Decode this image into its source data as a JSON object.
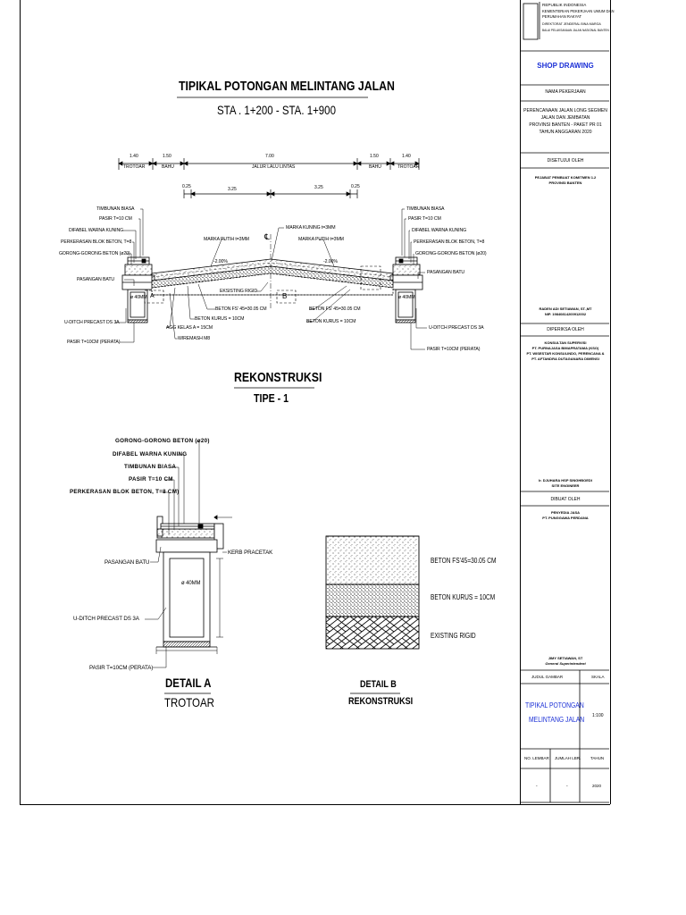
{
  "main_title": "TIPIKAL POTONGAN  MELINTANG JALAN",
  "station": "STA . 1+200 - STA. 1+900",
  "dims": {
    "top_row": [
      "1.40",
      "1.50",
      "7.00",
      "1.50",
      "1.40"
    ],
    "top_row_labels": [
      "TROTOAR",
      "BAHU",
      "JALUR LALU LINTAS",
      "BAHU",
      "TROTOAR"
    ],
    "second_row": [
      "0.25",
      "3.25",
      "3.25",
      "0.25"
    ]
  },
  "section_labels_left": [
    "TIMBUNAN BIASA",
    "PASIR T=10 CM",
    "DIFABEL WARNA KUNING",
    "PERKERASAN BLOK BETON, T=8",
    "GORONG-GORONG BETON (ø20)",
    "PASANGAN BATU",
    "U-DITCH PRECAST DS 3A",
    "PASIR T=10CM (PERATA)"
  ],
  "section_labels_right": [
    "TIMBUNAN BIASA",
    "PASIR T=10 CM",
    "DIFABEL WARNA KUNING",
    "PERKERASAN BLOK BETON, T=8",
    "GORONG-GORONG BETON (ø20)",
    "PASANGAN BATU",
    "U-DITCH PRECAST DS 3A",
    "PASIR T=10CM (PERATA)"
  ],
  "section_labels_mid": {
    "marka_kuning": "MARKA KUNING t=3MM",
    "marka_putih_l": "MARKA PUTIH t=3MM",
    "marka_putih_r": "MARKA PUTIH t=3MM",
    "slope_l": "-2.00%",
    "slope_r": "-2.00%",
    "existing": "EKSISTING RIGID",
    "beton_fs_l": "BETON FS' 45=30.05 CM",
    "beton_kurus_l": "BETON KURUS = 10CM",
    "agg": "AGG KELAS A = 15CM",
    "wiremesh": "WIREMASH M8",
    "beton_fs_r": "BETON FS' 45=30.05 CM",
    "beton_kurus_r": "BETON KURUS = 10CM",
    "dia": "ø 40MM",
    "dia_r": "ø 40MM",
    "cl": "℄",
    "tag_a": "A",
    "tag_b": "B"
  },
  "rekonstruksi": {
    "title": "REKONSTRUKSI",
    "subtitle": "TIPE - 1"
  },
  "detail_a": {
    "labels": [
      "GORONG-GORONG BETON (ø20)",
      "DIFABEL WARNA KUNING",
      "TIMBUNAN BIASA",
      "PASIR T=10 CM",
      "PERKERASAN BLOK BETON, T=8 CM)"
    ],
    "pasangan": "PASANGAN BATU",
    "kerb": "KERB PRACETAK",
    "dia": "ø 40MM",
    "uditch": "U-DITCH PRECAST DS 3A",
    "pasir": "PASIR T=10CM (PERATA)",
    "title": "DETAIL A",
    "subtitle": "TROTOAR"
  },
  "detail_b": {
    "labels": [
      "BETON FS'45=30.05 CM",
      "BETON KURUS = 10CM",
      "EXISTING RIGID"
    ],
    "title": "DETAIL B",
    "subtitle": "REKONSTRUKSI"
  },
  "title_block": {
    "header_lines": [
      "REPUBLIK INDONESIA",
      "KEMENTERIAN PEKERJAAN UMUM DAN",
      "PERUMAHAN RAKYAT",
      "DIREKTORAT JENDERAL BINA MARGA",
      "BALAI PELAKSANAAN JALAN NASIONAL BANTEN"
    ],
    "shop_drawing": "SHOP DRAWING",
    "nama_pekerjaan_label": "NAMA PEKERJAAN",
    "nama_pekerjaan": [
      "PERENCANAAN JALAN LONG SEGMEN",
      "JALAN DAN JEMBATAN",
      "PROVINSI BANTEN - PAKET PR 01",
      "TAHUN ANGGARAN 2020"
    ],
    "disetujui_label": "DISETUJUI OLEH",
    "disetujui_org": [
      "PEJABAT PEMBUAT KOMITMEN 1.2",
      "PROVINSI BANTEN"
    ],
    "disetujui_name": [
      "RADEN ADI SETIAWAN, ST.,MT",
      "NIP. 19840814200912002"
    ],
    "diperiksa_label": "DIPERIKSA OLEH",
    "diperiksa_org": [
      "KONSULTAN SUPERVISI",
      "PT. PURNAJASA BIMAPRATAMA (KSO)",
      "PT. WISESTAR KONSULINDO, PERENCANA &",
      "PT. AFTANDRA DUTAGANARA DIMENSI"
    ],
    "diperiksa_name": [
      "Ir. DJUHARA HSP SINGHBOEDI",
      "SITE ENGINEER"
    ],
    "dibuat_label": "DIBUAT OLEH",
    "dibuat_org": [
      "PENYEDIA JASA",
      "PT. PUNGGAWA PERDANA"
    ],
    "dibuat_name": [
      "JIMY SETIAWAN, ST",
      "General Superintendent"
    ],
    "judul_label": "JUDUL GAMBAR",
    "skala_label": "SKALA",
    "judul": [
      "TIPIKAL POTONGAN",
      "MELINTANG JALAN"
    ],
    "skala": "1:100",
    "no_lembar_label": "NO. LEMBAR",
    "jumlah_label": "JUMLAH LBR.",
    "tahun_label": "TAHUN",
    "no_lembar": "-",
    "jumlah": "-",
    "tahun": "2020"
  },
  "colors": {
    "ink": "#000000",
    "title_blue": "#1a2fd6",
    "shop_blue": "#1a2fd6"
  }
}
